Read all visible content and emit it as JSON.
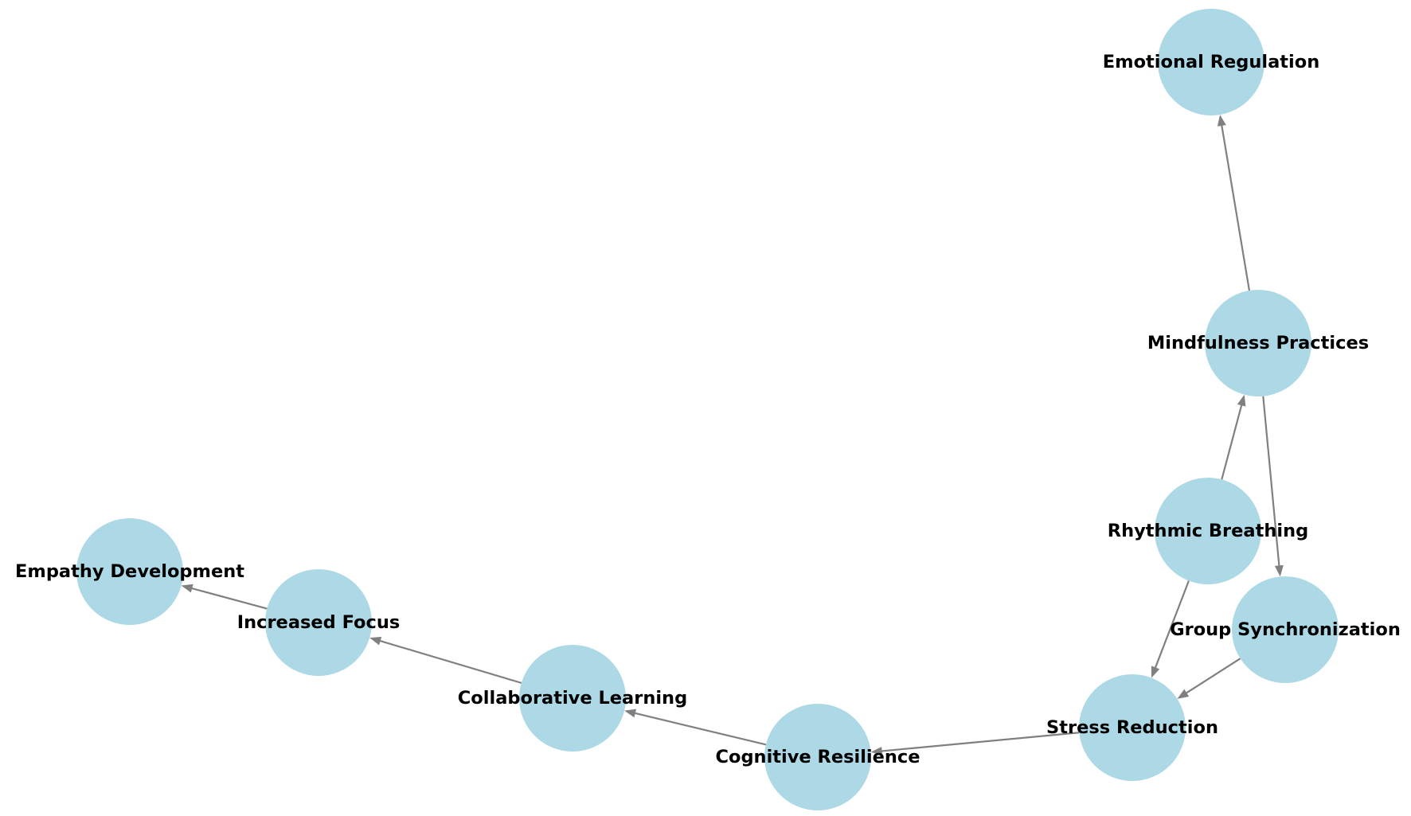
{
  "diagram": {
    "type": "directed-graph",
    "node_color": "#add8e6",
    "edge_color": "#808080",
    "label_color": "#000000",
    "nodes": [
      {
        "id": "emotional",
        "label": "Emotional Regulation"
      },
      {
        "id": "mindfulness",
        "label": "Mindfulness Practices"
      },
      {
        "id": "rhythmic",
        "label": "Rhythmic Breathing"
      },
      {
        "id": "group",
        "label": "Group Synchronization"
      },
      {
        "id": "stress",
        "label": "Stress Reduction"
      },
      {
        "id": "cognitive",
        "label": "Cognitive Resilience"
      },
      {
        "id": "collaborative",
        "label": "Collaborative Learning"
      },
      {
        "id": "focus",
        "label": "Increased Focus"
      },
      {
        "id": "empathy",
        "label": "Empathy Development"
      }
    ],
    "edges": [
      {
        "from": "mindfulness",
        "to": "emotional"
      },
      {
        "from": "rhythmic",
        "to": "mindfulness"
      },
      {
        "from": "mindfulness",
        "to": "group"
      },
      {
        "from": "rhythmic",
        "to": "stress"
      },
      {
        "from": "group",
        "to": "stress"
      },
      {
        "from": "stress",
        "to": "cognitive"
      },
      {
        "from": "cognitive",
        "to": "collaborative"
      },
      {
        "from": "collaborative",
        "to": "focus"
      },
      {
        "from": "focus",
        "to": "empathy"
      }
    ]
  }
}
